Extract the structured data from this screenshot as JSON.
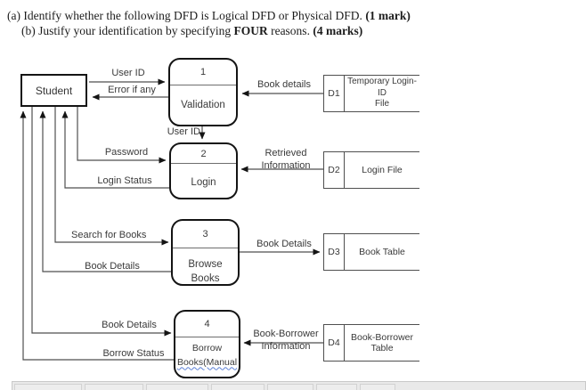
{
  "question": {
    "part_a": {
      "text": "(a) Identify whether the following DFD is Logical DFD or Physical DFD. ",
      "marks": "(1 mark)"
    },
    "part_b": {
      "text_before": "(b) Justify your identification by specifying ",
      "emphasis": "FOUR",
      "text_after": " reasons. ",
      "marks": "(4 marks)"
    }
  },
  "diagram": {
    "type": "data-flow-diagram",
    "external_entity": {
      "label": "Student"
    },
    "processes": [
      {
        "number": "1",
        "name_lines": [
          "Validation"
        ]
      },
      {
        "number": "2",
        "name_lines": [
          "Login"
        ]
      },
      {
        "number": "3",
        "name_lines": [
          "Browse",
          "Books"
        ]
      },
      {
        "number": "4",
        "name_lines": [
          "Borrow",
          "Books(Manual"
        ]
      }
    ],
    "data_stores": [
      {
        "id": "D1",
        "name_lines": [
          "Temporary Login-ID",
          "File"
        ]
      },
      {
        "id": "D2",
        "name_lines": [
          "Login File"
        ]
      },
      {
        "id": "D3",
        "name_lines": [
          "Book Table"
        ]
      },
      {
        "id": "D4",
        "name_lines": [
          "Book-Borrower",
          "Table"
        ]
      }
    ],
    "flow_labels": {
      "user_id_to_validation": "User ID",
      "error_if_any": "Error if any",
      "book_details_from_d1": "Book details",
      "user_id_to_login": "User ID",
      "password": "Password",
      "login_status": "Login Status",
      "retrieved_information_line1": "Retrieved",
      "retrieved_information_line2": "Information",
      "search_for_books": "Search for Books",
      "book_details_to_student": "Book Details",
      "book_details_to_d3": "Book Details",
      "book_details_to_borrow": "Book Details",
      "book_borrower_line1": "Book-Borrower",
      "book_borrower_line2": "Information",
      "borrow_status": "Borrow Status"
    }
  },
  "colors": {
    "flow_line": "#4f4f4f",
    "process_border": "#141414",
    "diagram_text": "#3a3a3a",
    "squiggle_underline": "#5b7fd4",
    "bottom_row_fill": "#e9e9e9"
  }
}
